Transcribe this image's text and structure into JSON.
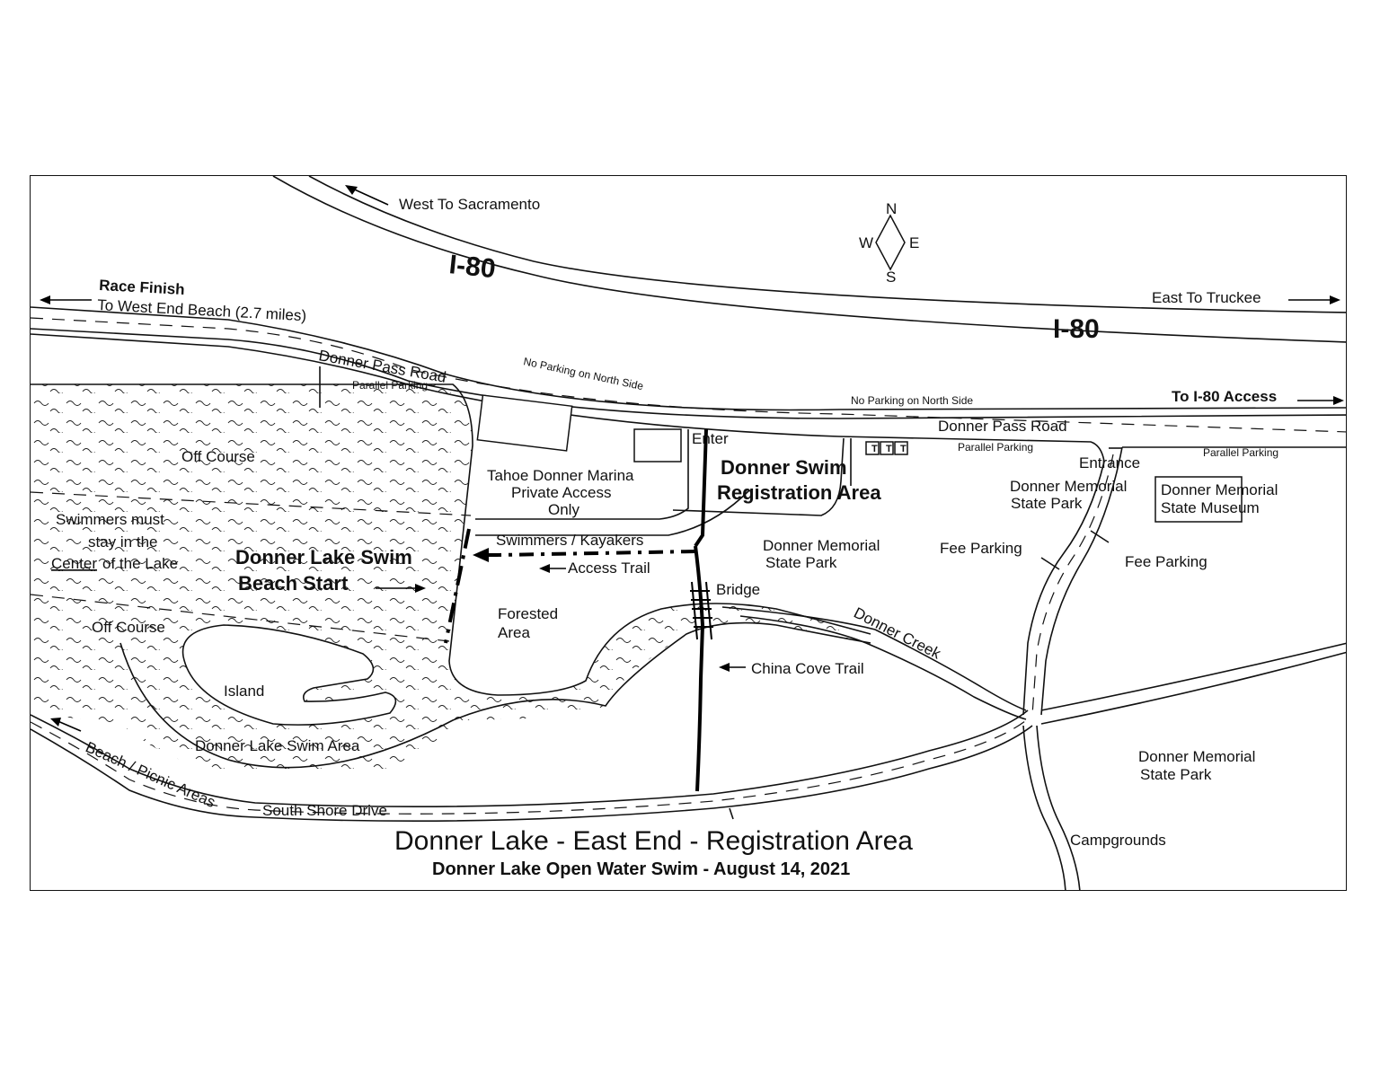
{
  "title": "Donner Lake - East End - Registration Area",
  "subtitle": "Donner Lake Open Water Swim - August 14, 2021",
  "compass": {
    "n": "N",
    "e": "E",
    "s": "S",
    "w": "W"
  },
  "labels": {
    "west_to_sacramento": "West To Sacramento",
    "i80_upper": "I-80",
    "i80_lower": "I-80",
    "east_to_truckee": "East To Truckee",
    "race_finish": "Race Finish",
    "to_west_end_beach": "To West End Beach (2.7 miles)",
    "donner_pass_road_west": "Donner Pass Road",
    "no_parking_north_1": "No Parking on North Side",
    "parallel_parking_1": "Parallel Parking",
    "no_parking_north_2": "No Parking on North Side",
    "to_i80_access": "To I-80 Access",
    "donner_pass_road_east": "Donner Pass Road",
    "parallel_parking_2": "Parallel Parking",
    "parallel_parking_3": "Parallel Parking",
    "enter": "Enter",
    "entrance": "Entrance",
    "off_course_top": "Off Course",
    "swimmers_must_1": "Swimmers must",
    "swimmers_must_2": "stay in the",
    "center_word": "Center",
    "of_the_lake": " of the Lake",
    "off_course_bottom": "Off Course",
    "marina_1": "Tahoe Donner Marina",
    "marina_2": "Private Access",
    "marina_3": "Only",
    "registration_1": "Donner Swim",
    "registration_2": "Registration Area",
    "swimmers_kayakers": "Swimmers / Kayakers",
    "access_trail": "Access Trail",
    "beach_start_1": "Donner Lake Swim",
    "beach_start_2": "Beach Start",
    "forested_1": "Forested",
    "forested_2": "Area",
    "bridge": "Bridge",
    "china_cove_trail": "China Cove Trail",
    "donner_creek": "Donner Creek",
    "dmsp_center_1": "Donner Memorial",
    "dmsp_center_2": "State Park",
    "dmsp_ne_1": "Donner Memorial",
    "dmsp_ne_2": "State Park",
    "museum_1": "Donner Memorial",
    "museum_2": "State Museum",
    "fee_parking_1": "Fee Parking",
    "fee_parking_2": "Fee Parking",
    "island": "Island",
    "swim_area": "Donner Lake Swim Area",
    "beach_picnic": "Beach / Picnic Areas",
    "south_shore_drive": "South Shore Drive",
    "dmsp_se_1": "Donner Memorial",
    "dmsp_se_2": "State Park",
    "campgrounds": "Campgrounds",
    "restroom": "T"
  }
}
